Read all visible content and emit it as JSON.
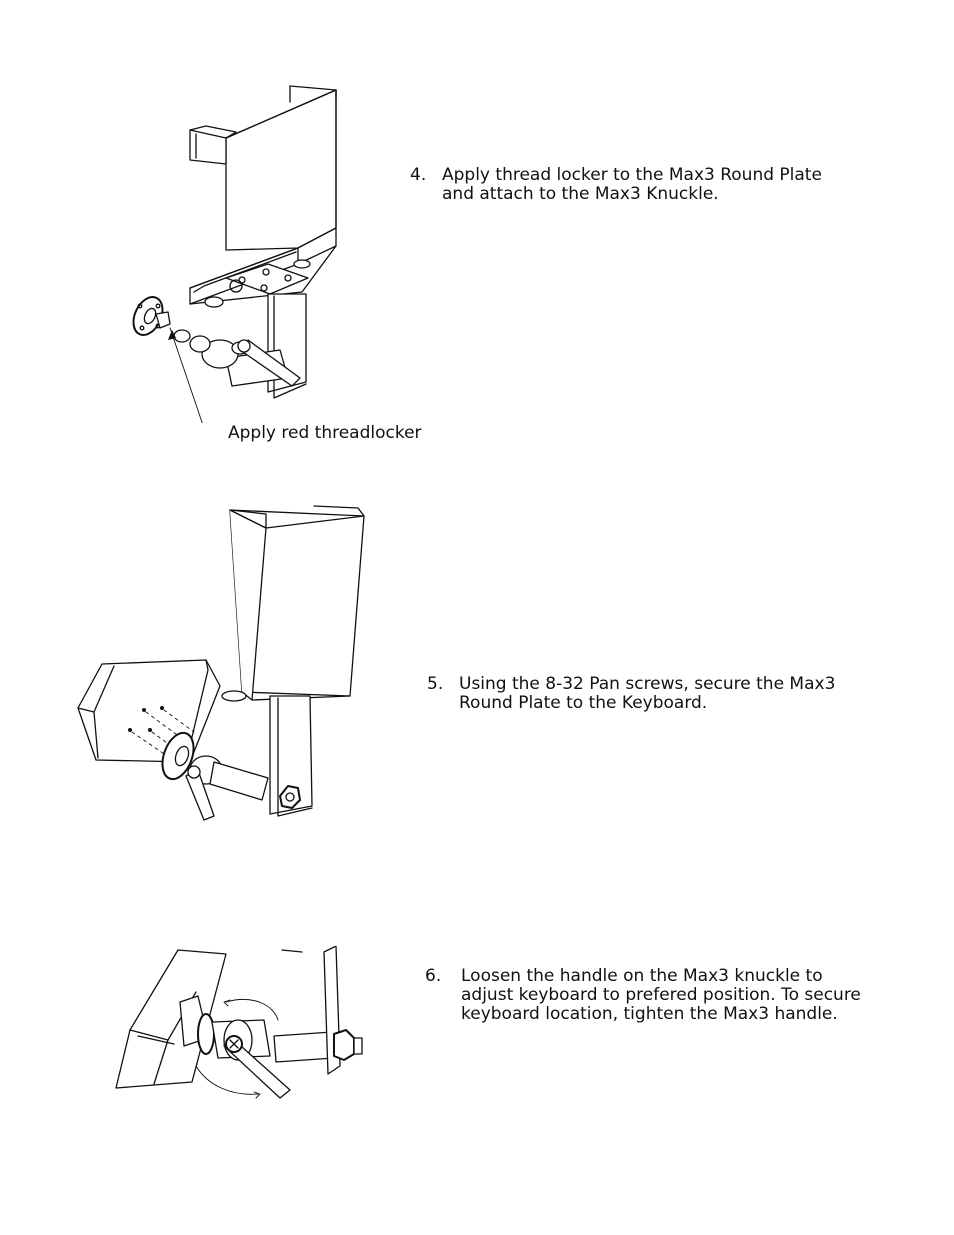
{
  "steps": [
    {
      "number": "4.",
      "text": "Apply thread locker to the Max3 Round Plate\nand attach to the Max3 Knuckle."
    },
    {
      "number": "5.",
      "text": "Using the 8-32 Pan screws, secure the Max3\nRound Plate to the Keyboard."
    },
    {
      "number": "6.",
      "text": "Loosen the handle on the Max3 knuckle to\nadjust keyboard to prefered position.  To secure\nkeyboard location, tighten the Max3 handle."
    }
  ],
  "callouts": {
    "threadlocker": "Apply red threadlocker"
  }
}
